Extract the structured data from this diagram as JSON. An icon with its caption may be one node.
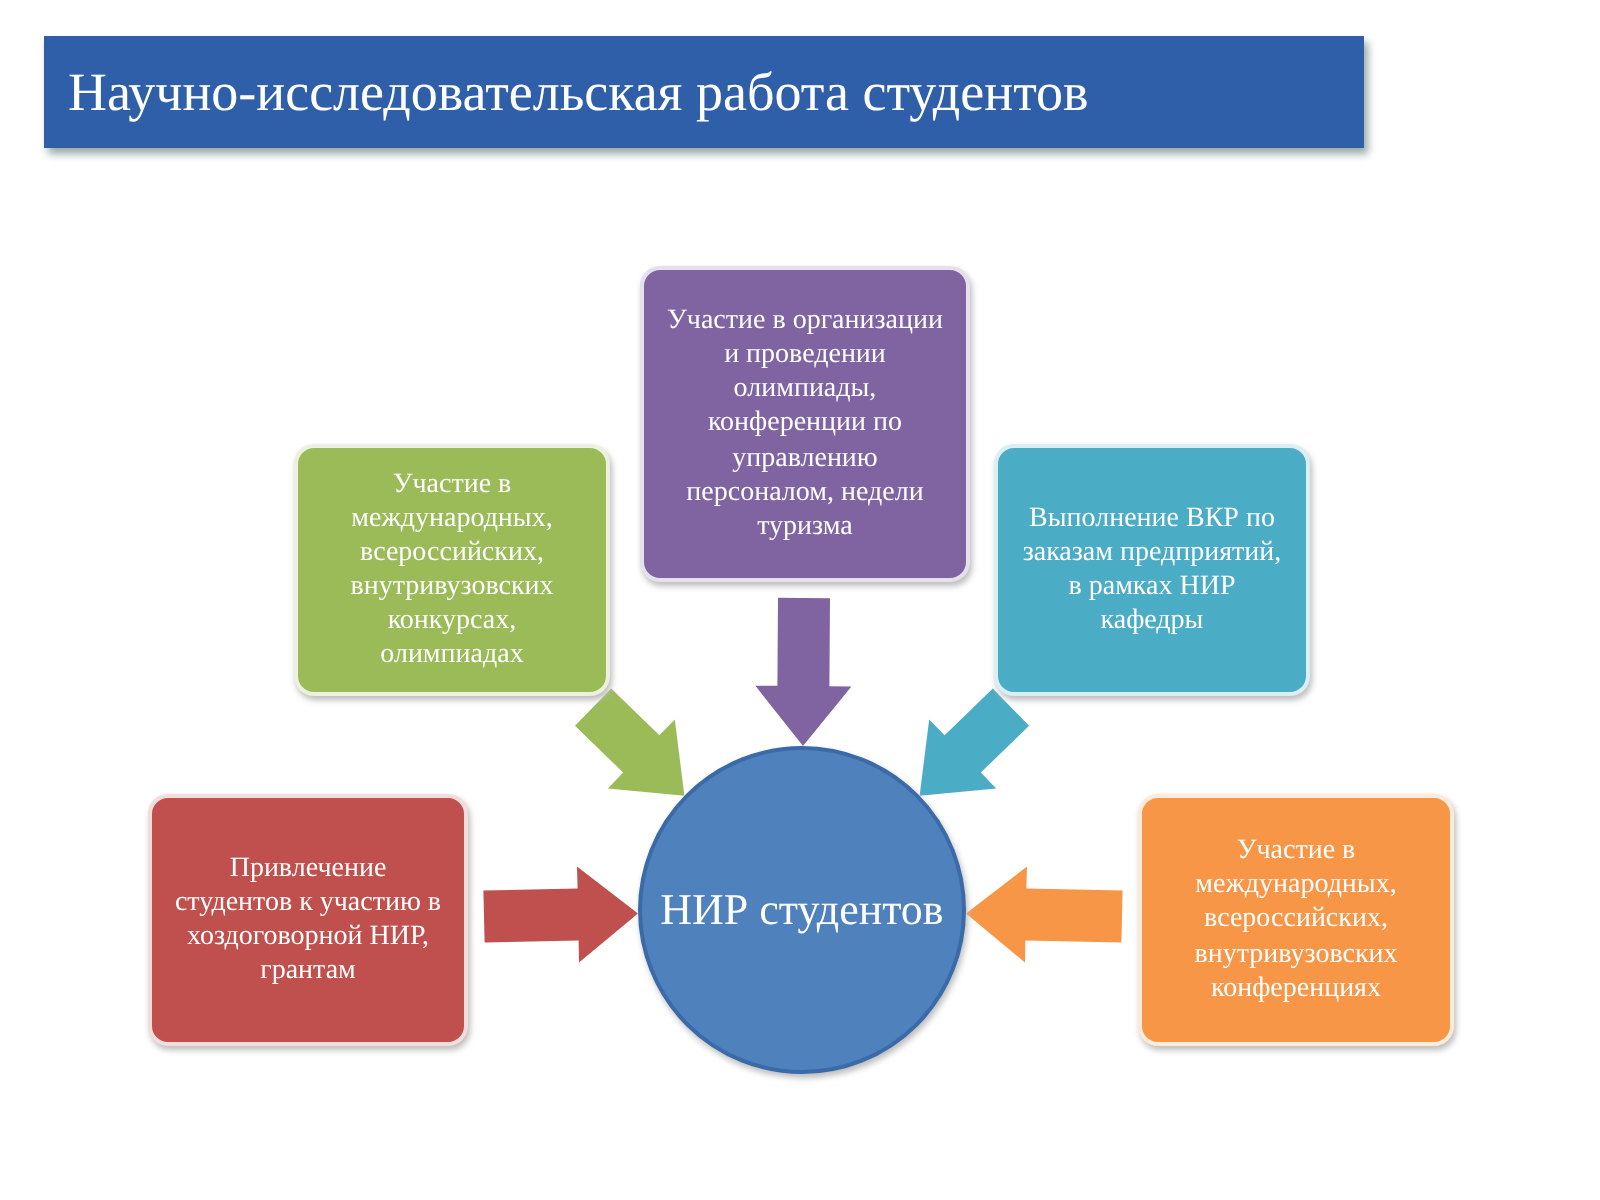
{
  "diagram": {
    "title": "Научно-исследовательская работа студентов",
    "nodes": [
      {
        "text": [
          "Участие в организации и проведении олимпиады, конференции по управлению персоналом, недели туризма"
        ]
      },
      {
        "text": [
          "Участие в международных, всероссийских, внутривузовских конкурсах, олимпиадах"
        ]
      },
      {
        "text": [
          "Выполнение ВКР по заказам предприятий, в рамках НИР кафедры"
        ]
      },
      {
        "text": [
          "Привлечение студентов к участию в хоздоговорной НИР, грантам"
        ]
      },
      {
        "text": [
          "НИР студентов"
        ]
      },
      {
        "text": [
          "Участие в международных, всероссийских, внутривузовских конференциях"
        ]
      }
    ],
    "edges": [
      {
        "from": 1,
        "to": 4,
        "arrow": "to",
        "style": "thick",
        "color": "#9bbb59"
      },
      {
        "from": 0,
        "to": 4,
        "arrow": "to",
        "style": "thick",
        "color": "#8064a2"
      },
      {
        "from": 2,
        "to": 4,
        "arrow": "to",
        "style": "thick",
        "color": "#4bacc6"
      },
      {
        "from": 3,
        "to": 4,
        "arrow": "to",
        "style": "thick",
        "color": "#c0504d"
      },
      {
        "from": 5,
        "to": 4,
        "arrow": "to",
        "style": "thick",
        "color": "#f79646"
      }
    ]
  }
}
